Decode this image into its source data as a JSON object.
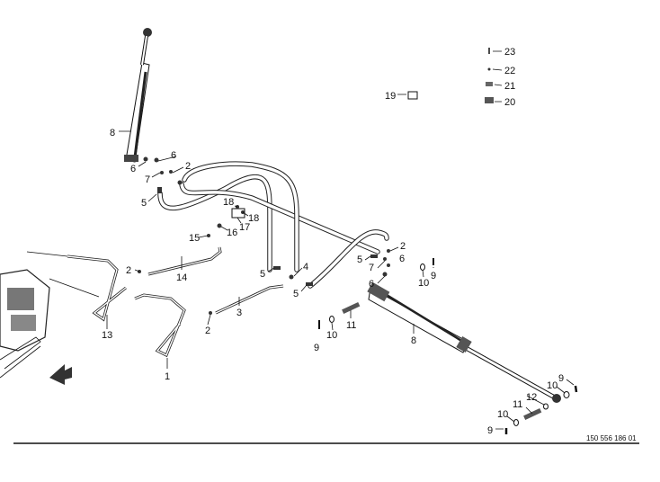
{
  "diagram": {
    "title": "Hydraulic cylinder and hose assembly exploded view",
    "document_number": "150 556 186 01",
    "callouts": [
      "8",
      "6",
      "6",
      "7",
      "2",
      "5",
      "18",
      "18",
      "17",
      "16",
      "15",
      "14",
      "2",
      "13",
      "3",
      "2",
      "1",
      "5",
      "4",
      "5",
      "5",
      "2",
      "7",
      "6",
      "6",
      "9",
      "10",
      "11",
      "10",
      "9",
      "8",
      "12",
      "11",
      "10",
      "9",
      "10",
      "9",
      "19",
      "20",
      "21",
      "22",
      "23"
    ]
  }
}
